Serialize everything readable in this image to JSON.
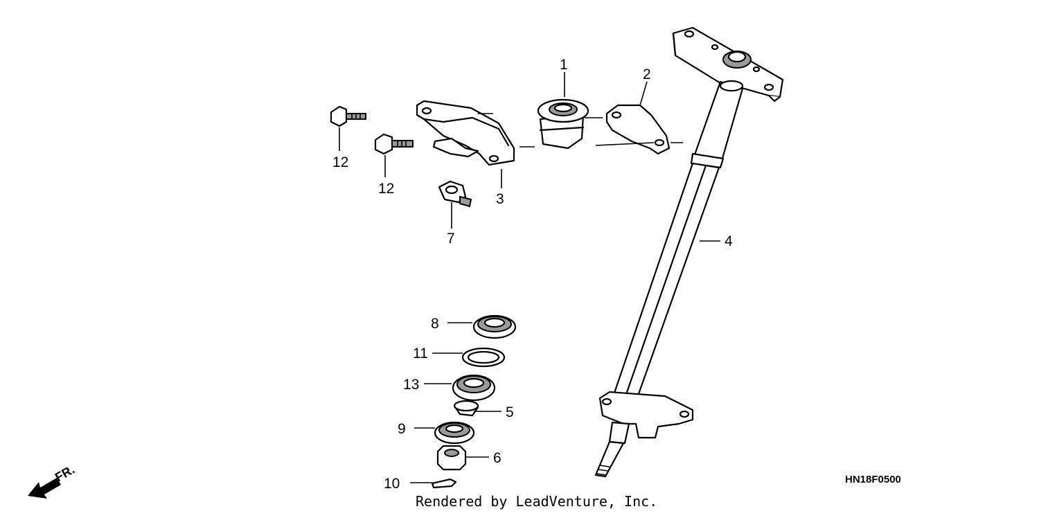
{
  "diagram": {
    "callouts": {
      "c1": "1",
      "c2": "2",
      "c3": "3",
      "c4": "4",
      "c5": "5",
      "c6": "6",
      "c7": "7",
      "c8": "8",
      "c9": "9",
      "c10": "10",
      "c11": "11",
      "c12a": "12",
      "c12b": "12",
      "c13": "13"
    },
    "direction_label": "FR.",
    "figure_code": "HN18F0500",
    "credit": "Rendered by LeadVenture, Inc."
  },
  "colors": {
    "line": "#000000",
    "background": "#ffffff",
    "shade": "#9a9a9a"
  }
}
